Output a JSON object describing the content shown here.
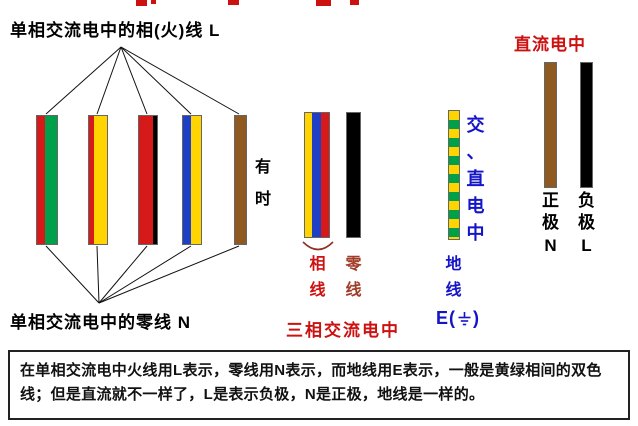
{
  "titles": {
    "live_title": "单相交流电中的相(火)线 L",
    "neutral_title": "单相交流电中的零线 N",
    "three_phase_title": "三相交流电中",
    "dc_title": "直流电中"
  },
  "labels": {
    "sometimes": "有时",
    "phase_wire": "相线",
    "neutral_wire": "零线",
    "ac_dc": "交、直电中",
    "earth_wire": "地线",
    "earth_code_prefix": "E(",
    "earth_code_suffix": ")",
    "positive": "正极",
    "positive_letter": "N",
    "negative": "负极",
    "negative_letter": "L"
  },
  "footer": {
    "text": "在单相交流电中火线用L表示，零线用N表示，而地线用E表示，一般是黄绿相间的双色线；但是直流就不一样了，L是表示负极，N是正极，地线是一样的。"
  },
  "bars": {
    "single_phase_ac": [
      {
        "stripes": [
          "red",
          "green"
        ]
      },
      {
        "stripes": [
          "red",
          "yellow"
        ]
      },
      {
        "stripes": [
          "red",
          "black"
        ]
      },
      {
        "stripes": [
          "blue",
          "yellow"
        ]
      },
      {
        "stripes": [
          "brown"
        ],
        "note": "有时"
      }
    ],
    "three_phase_ac": {
      "phase_stripes": [
        "yellow",
        "blue",
        "red"
      ],
      "neutral": "black"
    },
    "earth": "yellow-green-striped",
    "dc": [
      "brown",
      "black"
    ]
  },
  "palette": {
    "red": "#d61a1a",
    "green": "#00a04a",
    "yellow": "#ffd400",
    "blue": "#1f3fc4",
    "brown": "#8f5a22",
    "black": "#000000",
    "title_red": "#cc1111",
    "label_blue": "#1414c8",
    "maroon": "#a03c28"
  }
}
